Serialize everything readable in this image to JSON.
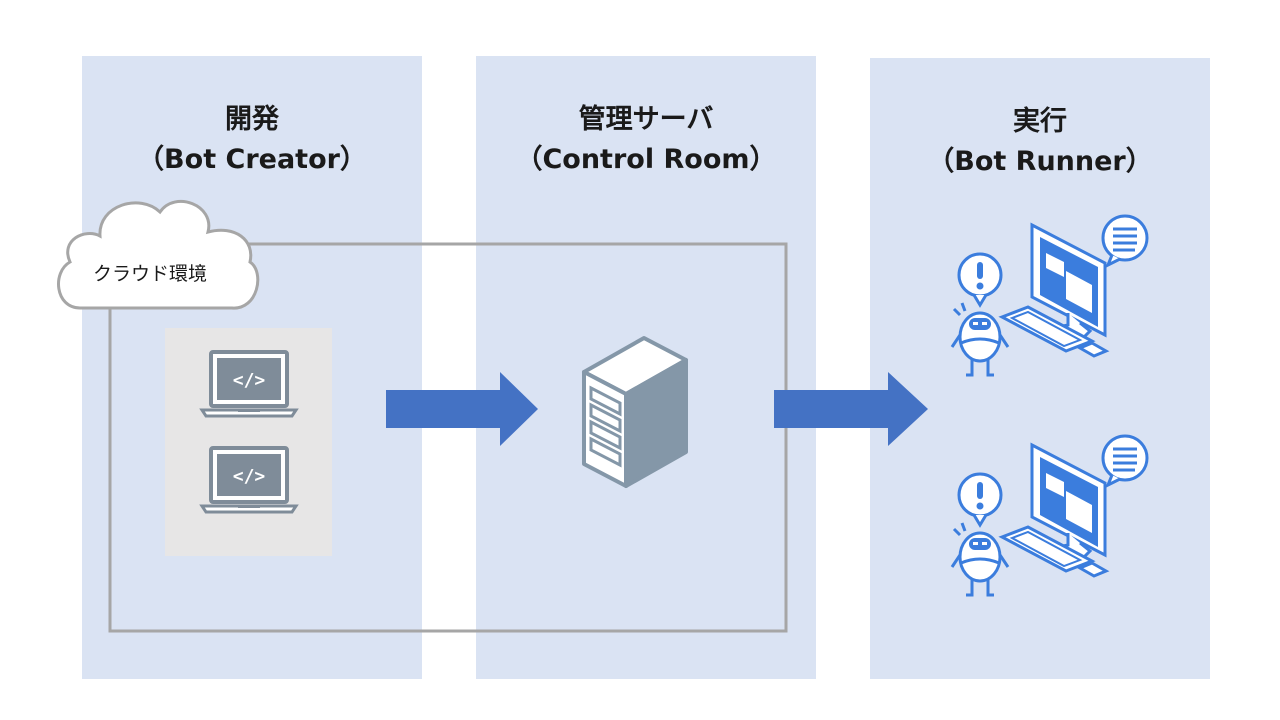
{
  "columns": [
    {
      "title": "開発",
      "subtitle": "（Bot Creator）"
    },
    {
      "title": "管理サーバ",
      "subtitle": "（Control Room）"
    },
    {
      "title": "実行",
      "subtitle": "（Bot Runner）"
    }
  ],
  "cloud": {
    "label": "クラウド環境"
  },
  "icons": {
    "laptop": "laptop-code-icon",
    "server": "server-icon",
    "bot": "robot-computer-icon",
    "arrow": "arrow-right-icon"
  },
  "colors": {
    "column_bg": "#dae3f3",
    "arrow": "#4472c4",
    "cloud_border": "#a6a6a6",
    "panel": "#e7e6e6",
    "icon_gray": "#8497a8",
    "icon_blue": "#3b7ddd"
  }
}
